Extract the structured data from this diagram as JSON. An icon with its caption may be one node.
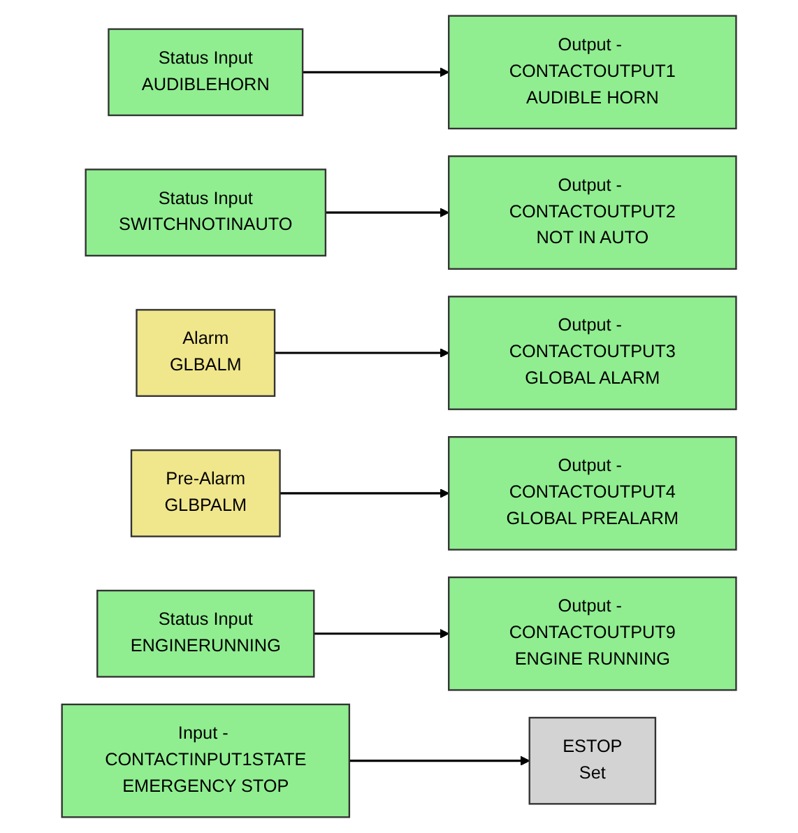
{
  "diagram": {
    "nodes": [
      {
        "text": [
          "Status Input",
          "AUDIBLEHORN"
        ]
      },
      {
        "text": [
          "Output - CONTACTOUTPUT1",
          "AUDIBLE HORN"
        ]
      },
      {
        "text": [
          "Status Input",
          "SWITCHNOTINAUTO"
        ]
      },
      {
        "text": [
          "Output - CONTACTOUTPUT2",
          "NOT IN AUTO"
        ]
      },
      {
        "text": [
          "Alarm",
          "GLBALM"
        ]
      },
      {
        "text": [
          "Output - CONTACTOUTPUT3",
          "GLOBAL ALARM"
        ]
      },
      {
        "text": [
          "Pre-Alarm",
          "GLBPALM"
        ]
      },
      {
        "text": [
          "Output - CONTACTOUTPUT4",
          "GLOBAL PREALARM"
        ]
      },
      {
        "text": [
          "Status Input",
          "ENGINERUNNING"
        ]
      },
      {
        "text": [
          "Output - CONTACTOUTPUT9",
          "ENGINE RUNNING"
        ]
      },
      {
        "text": [
          "Input - CONTACTINPUT1STATE",
          "EMERGENCY STOP"
        ]
      },
      {
        "text": [
          "ESTOP",
          "Set"
        ]
      }
    ],
    "edges": [
      {
        "from": 0,
        "to": 1,
        "arrow": "to"
      },
      {
        "from": 2,
        "to": 3,
        "arrow": "to"
      },
      {
        "from": 4,
        "to": 5,
        "arrow": "to"
      },
      {
        "from": 6,
        "to": 7,
        "arrow": "to"
      },
      {
        "from": 8,
        "to": 9,
        "arrow": "to"
      },
      {
        "from": 10,
        "to": 11,
        "arrow": "to"
      }
    ]
  }
}
